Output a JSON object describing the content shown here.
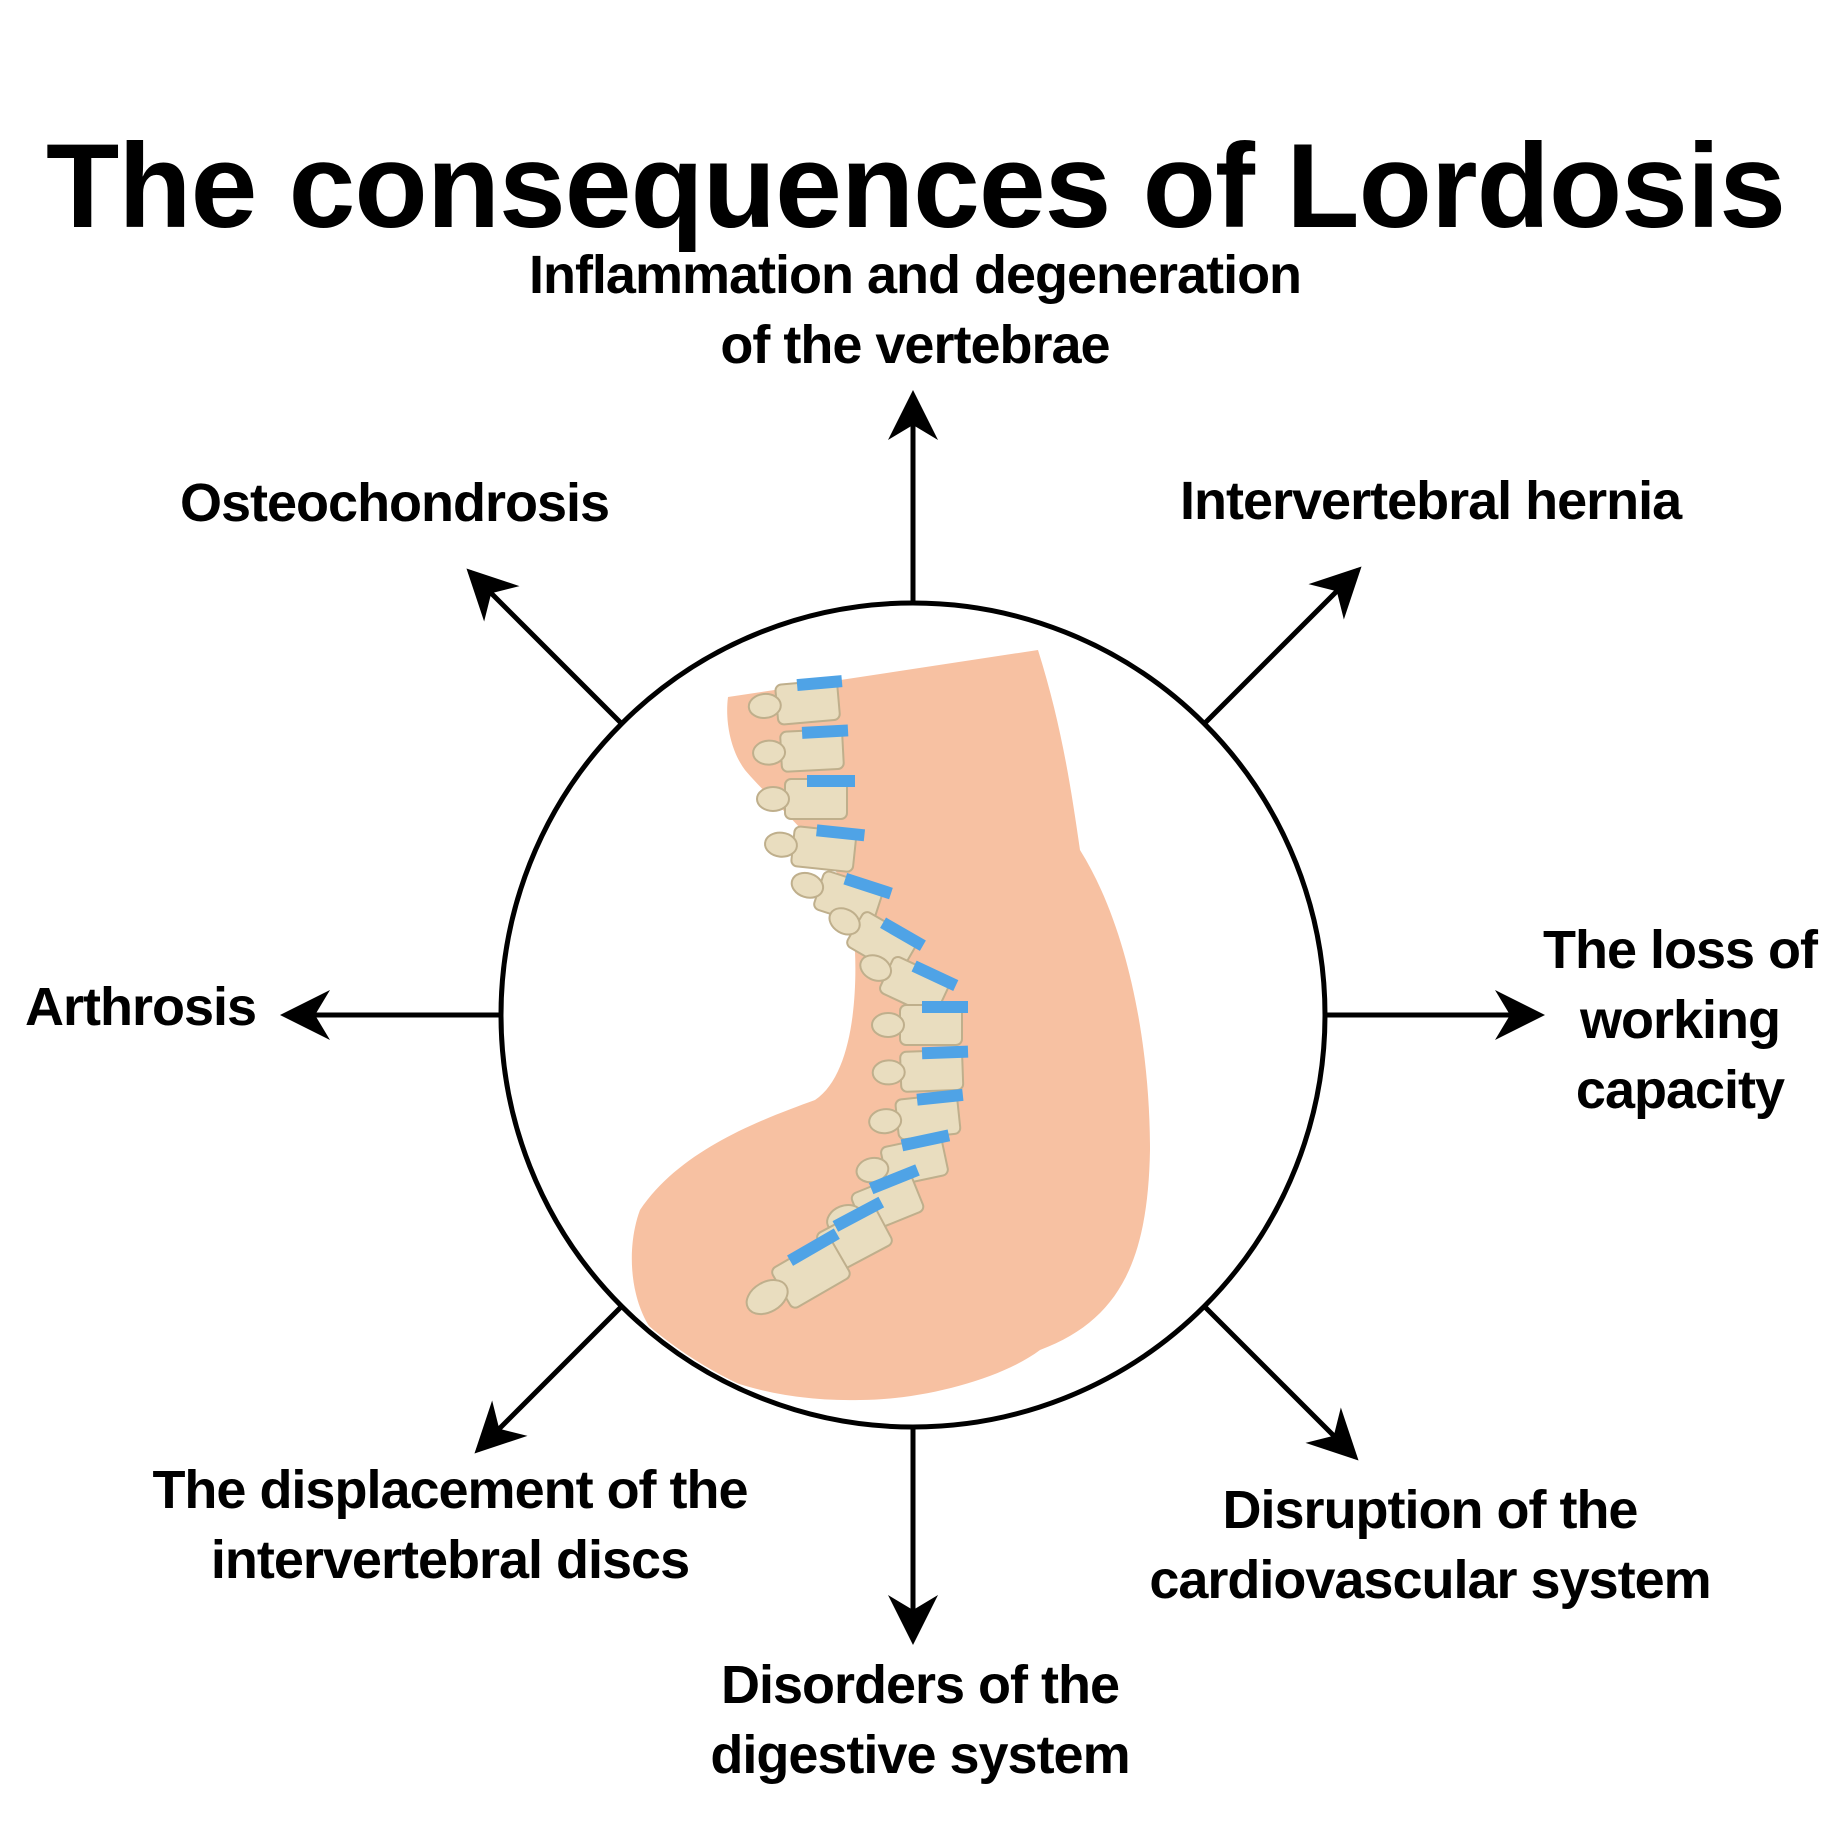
{
  "title": "The consequences of Lordosis",
  "consequences": {
    "top": [
      "Inflammation and degeneration",
      "of the vertebrae"
    ],
    "top_right": [
      "Intervertebral hernia"
    ],
    "right": [
      "The loss of",
      "working",
      "capacity"
    ],
    "bottom_right": [
      "Disruption of the",
      "cardiovascular system"
    ],
    "bottom": [
      "Disorders of the",
      "digestive system"
    ],
    "bottom_left": [
      "The displacement of the",
      "intervertebral discs"
    ],
    "left": [
      "Arthrosis"
    ],
    "top_left": [
      "Osteochondrosis"
    ]
  },
  "colors": {
    "skin": "#F7C1A2",
    "bone": "#E9DDBF",
    "bone_outline": "#BFAF8C",
    "disc": "#4FA3E6",
    "disc_light": "#BFE3FA",
    "nerve": "#3E9B2E",
    "line": "#000000"
  }
}
